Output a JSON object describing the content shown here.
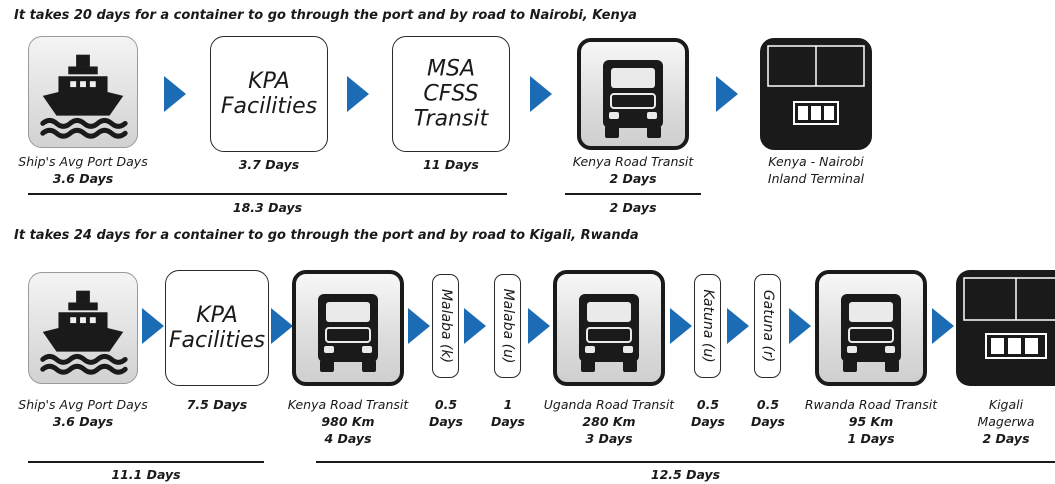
{
  "rows": [
    {
      "title": "It takes 20 days for a container to go through the port and by road to Nairobi, Kenya",
      "steps": [
        {
          "icon": "ship-icon",
          "caption": [
            "Ship's Avg Port Days",
            "3.6 Days"
          ]
        },
        {
          "box_label": "KPA Facilities",
          "box_lines": [
            "KPA",
            "Facilities"
          ],
          "caption": [
            "3.7 Days"
          ]
        },
        {
          "box_label": "MSA CFSS Transit",
          "box_lines": [
            "MSA",
            "CFSS",
            "Transit"
          ],
          "caption": [
            "11 Days"
          ]
        },
        {
          "icon": "truck-icon",
          "caption": [
            "Kenya Road Transit",
            "2 Days"
          ]
        },
        {
          "icon": "terminal-icon",
          "caption": [
            "Kenya - Nairobi",
            "Inland Terminal"
          ]
        }
      ],
      "totals": [
        "18.3 Days",
        "2 Days"
      ]
    },
    {
      "title": "It takes 24 days for a container to go through the port and by road to Kigali, Rwanda",
      "steps": [
        {
          "icon": "ship-icon",
          "caption": [
            "Ship's Avg Port Days",
            "3.6 Days"
          ]
        },
        {
          "box_lines": [
            "KPA",
            "Facilities"
          ],
          "caption": [
            "7.5 Days"
          ]
        },
        {
          "icon": "truck-icon",
          "caption": [
            "Kenya Road Transit",
            "980 Km",
            "4 Days"
          ]
        },
        {
          "border": "Malaba (k)",
          "caption": [
            "0.5",
            "Days"
          ]
        },
        {
          "border": "Malaba (u)",
          "caption": [
            "1",
            "Days"
          ]
        },
        {
          "icon": "truck-icon",
          "caption": [
            "Uganda Road Transit",
            "280 Km",
            "3 Days"
          ]
        },
        {
          "border": "Katuna (u)",
          "caption": [
            "0.5",
            "Days"
          ]
        },
        {
          "border": "Gatuna (r)",
          "caption": [
            "0.5",
            "Days"
          ]
        },
        {
          "icon": "truck-icon",
          "caption": [
            "Rwanda Road Transit",
            "95 Km",
            "1 Days"
          ]
        },
        {
          "icon": "terminal-icon",
          "caption": [
            "Kigali",
            "Magerwa",
            "2 Days"
          ]
        }
      ],
      "totals": [
        "11.1 Days",
        "12.5 Days"
      ]
    }
  ],
  "colors": {
    "arrow": "#1c6bb5",
    "ink": "#1a1a1a"
  }
}
